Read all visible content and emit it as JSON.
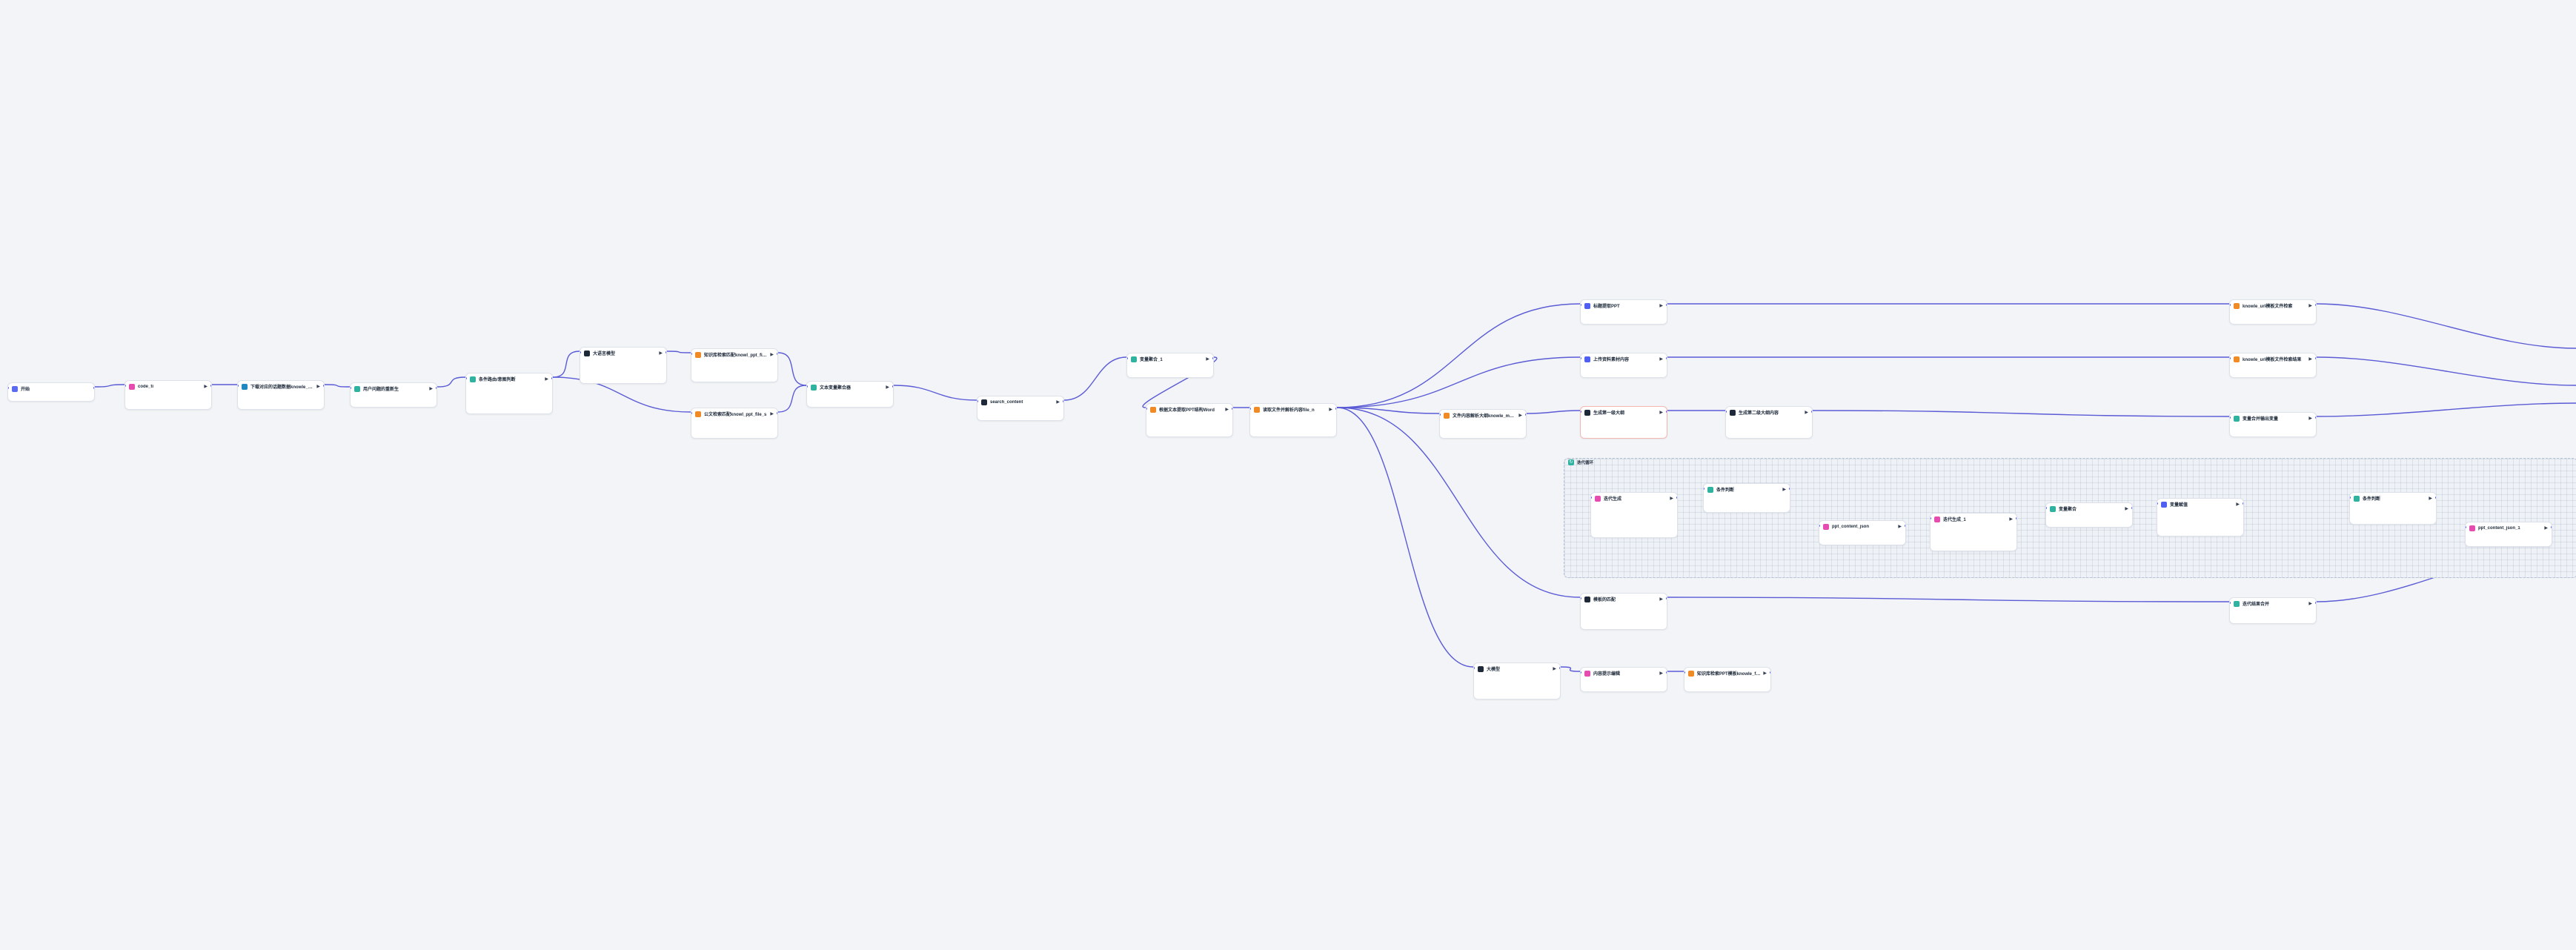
{
  "colors": {
    "edge": "#5b5bd6",
    "canvas": "#f2f4f7",
    "node_border": "#dde2ea",
    "port": "#4e5ff2"
  },
  "group": {
    "title": "迭代循环",
    "icon": "loop-icon",
    "color": "#2fb3a0"
  },
  "nodes": [
    {
      "id": "start",
      "title": "开始",
      "icon": "start-icon",
      "color": "#5b6cf0",
      "rows": []
    },
    {
      "id": "n_b",
      "title": "code_ti",
      "icon": "code-icon",
      "color": "#e64cb0",
      "rows": []
    },
    {
      "id": "n_c",
      "title": "下载对应的话题数据knowle_file_l",
      "icon": "knowledge-icon",
      "color": "#1f88c0",
      "rows": []
    },
    {
      "id": "n_d",
      "title": "用户问题的重新生",
      "icon": "llm-icon",
      "color": "#2fb3a0",
      "rows": []
    },
    {
      "id": "n_e",
      "title": "条件路由/意图判断",
      "icon": "branch-icon",
      "color": "#2fb3a0",
      "rows": []
    },
    {
      "id": "n_f",
      "title": "大语言模型",
      "icon": "model-icon",
      "color": "#1d2939",
      "rows": []
    },
    {
      "id": "n_g",
      "title": "知识库检索匹配knowl_ppt_file_l",
      "icon": "knowledge-icon",
      "color": "#f08a24",
      "rows": []
    },
    {
      "id": "n_h",
      "title": "公文检索匹配knowl_ppt_file_s",
      "icon": "knowledge-icon",
      "color": "#f08a24",
      "rows": []
    },
    {
      "id": "n_i",
      "title": "文本变量聚合器",
      "icon": "aggregate-icon",
      "color": "#2fb3a0",
      "rows": []
    },
    {
      "id": "n_j",
      "title": "search_content",
      "icon": "model-icon",
      "color": "#1d2939",
      "rows": []
    },
    {
      "id": "n_k",
      "title": "变量聚合_1",
      "icon": "aggregate-icon",
      "color": "#2fb3a0",
      "rows": []
    },
    {
      "id": "n_l",
      "title": "根据文本提取PPT结构Word",
      "icon": "knowledge-icon",
      "color": "#f08a24",
      "rows": []
    },
    {
      "id": "n_m",
      "title": "读取文件并解析内容file_n",
      "icon": "knowledge-icon",
      "color": "#f08a24",
      "rows": []
    },
    {
      "id": "n_n",
      "title": "标题提取PPT",
      "icon": "doc-icon",
      "color": "#4e5ff2",
      "rows": []
    },
    {
      "id": "n_o",
      "title": "上传资料素材内容",
      "icon": "doc-icon",
      "color": "#4e5ff2",
      "rows": []
    },
    {
      "id": "n_p",
      "title": "文件内容解析大纲knowle_model",
      "icon": "knowledge-icon",
      "color": "#f08a24",
      "rows": []
    },
    {
      "id": "n_q",
      "title": "生成第一级大纲",
      "icon": "model-icon",
      "color": "#1d2939",
      "rows": []
    },
    {
      "id": "n_r",
      "title": "生成第二级大纲内容",
      "icon": "model-icon",
      "color": "#1d2939",
      "rows": []
    },
    {
      "id": "n_s",
      "title": "knowle_url模板文件检索",
      "icon": "knowledge-icon",
      "color": "#f08a24",
      "rows": []
    },
    {
      "id": "n_t",
      "title": "knowle_url模板文件检索结果",
      "icon": "knowledge-icon",
      "color": "#f08a24",
      "rows": []
    },
    {
      "id": "n_u",
      "title": "变量合并输出变量",
      "icon": "aggregate-icon",
      "color": "#2fb3a0",
      "rows": []
    },
    {
      "id": "g1",
      "title": "迭代生成",
      "icon": "code-icon",
      "color": "#e64cb0",
      "rows": []
    },
    {
      "id": "g2",
      "title": "条件判断",
      "icon": "branch-icon",
      "color": "#2fb3a0",
      "rows": []
    },
    {
      "id": "g3",
      "title": "ppt_content_json",
      "icon": "code-icon",
      "color": "#e64cb0",
      "rows": []
    },
    {
      "id": "g4",
      "title": "迭代生成_1",
      "icon": "code-icon",
      "color": "#e64cb0",
      "rows": []
    },
    {
      "id": "g5",
      "title": "变量聚合",
      "icon": "aggregate-icon",
      "color": "#2fb3a0",
      "rows": []
    },
    {
      "id": "g6",
      "title": "变量赋值",
      "icon": "assign-icon",
      "color": "#4e5ff2",
      "rows": []
    },
    {
      "id": "g7",
      "title": "条件判断",
      "icon": "branch-icon",
      "color": "#2fb3a0",
      "rows": []
    },
    {
      "id": "g8",
      "title": "ppt_content_json_1",
      "icon": "code-icon",
      "color": "#e64cb0",
      "rows": []
    },
    {
      "id": "n_v",
      "title": "模板的匹配",
      "icon": "model-icon",
      "color": "#1d2939",
      "rows": []
    },
    {
      "id": "n_w",
      "title": "迭代结果合并",
      "icon": "aggregate-icon",
      "color": "#2fb3a0",
      "rows": []
    },
    {
      "id": "n_x",
      "title": "大模型",
      "icon": "model-icon",
      "color": "#1d2939",
      "rows": []
    },
    {
      "id": "n_y",
      "title": "内容提示编辑",
      "icon": "code-icon",
      "color": "#e64cb0",
      "rows": []
    },
    {
      "id": "n_z",
      "title": "知识库检索PPT模板knowle_file_s",
      "icon": "knowledge-icon",
      "color": "#f08a24",
      "rows": []
    }
  ]
}
